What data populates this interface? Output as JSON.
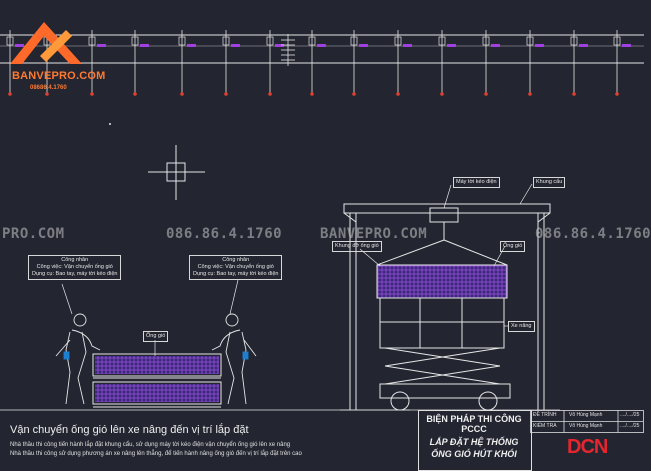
{
  "logo": {
    "name": "BANVEPRO.COM",
    "phone": "08686.4.1760"
  },
  "watermarks": [
    "PRO.COM",
    "086.86.4.1760",
    "BANVEPRO.COM",
    "086.86.4.1760"
  ],
  "callouts": {
    "worker_left": [
      "Công nhân",
      "Công việc: Vận chuyển ống gió",
      "Dụng cụ: Bao tay, máy tời kéo điện"
    ],
    "worker_right": [
      "Công nhân",
      "Công việc: Vận chuyển ống gió",
      "Dụng cụ: Bao tay, máy tời kéo điện"
    ]
  },
  "labels": {
    "duct": "Ống gió",
    "winch": "Máy tời kéo điện",
    "gantry": "Khung cẩu",
    "duct_frame": "Khung đỡ ống gió",
    "duct_right": "Ống gió",
    "lift": "Xe nâng"
  },
  "caption": {
    "title": "Vận chuyển ống gió lên xe nâng đến vị trí lắp đặt",
    "lines": [
      "Nhà thầu thi công tiến hành lắp đặt khung cẩu, sử dụng máy tời kéo điện vận chuyển ống gió lên xe nâng",
      "Nhà thầu thi công sử dụng phương án xe nâng lên thẳng, để tiến hành nâng ống gió đến vị trí lắp đặt trên cao"
    ]
  },
  "title_block": {
    "line1": "BIỆN PHÁP THI CÔNG",
    "line2": "PCCC",
    "line3": "LẮP ĐẶT HỆ THỐNG",
    "line4": "ỐNG GIÓ HÚT KHÓI",
    "rows": [
      {
        "role": "ĐỀ TRÌNH",
        "name": "Võ Hùng Mạnh",
        "date": "..../..../25"
      },
      {
        "role": "KIỂM TRA",
        "name": "Võ Hùng Mạnh",
        "date": "..../..../25"
      }
    ],
    "company": "DCN"
  }
}
